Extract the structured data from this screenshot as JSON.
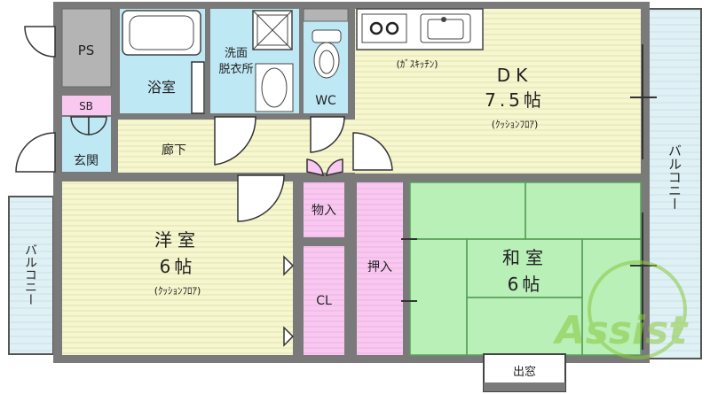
{
  "rooms": {
    "ps": "PS",
    "bath": "浴室",
    "washroom_line1": "洗面",
    "washroom_line2": "脱衣所",
    "wc": "WC",
    "kitchen_note": "(ｶﾞｽｷｯﾁﾝ)",
    "dk_name": "DK",
    "dk_size": "7.5帖",
    "dk_floor": "(ｸｯｼｮﾝﾌﾛｱ)",
    "sb": "SB",
    "entrance": "玄関",
    "hallway": "廊下",
    "storage": "物入",
    "western_name": "洋室",
    "western_size": "6帖",
    "western_floor": "(ｸｯｼｮﾝﾌﾛｱ)",
    "closet": "CL",
    "oshiire": "押入",
    "japanese_name": "和室",
    "japanese_size": "6帖",
    "balcony_right": "バルコニー",
    "balcony_left": "バルコニー",
    "bay_window": "出窓"
  },
  "watermark": {
    "text": "Assist"
  },
  "colors": {
    "wall": "#7a7a7a",
    "wood_floor": "#f6f6cf",
    "water_area": "#bfe8f5",
    "storage": "#f8c8f0",
    "tatami": "#b8f0b8",
    "ps_gray": "#b4b4b4",
    "balcony": "#dff1f5",
    "watermark": "#8cc83c"
  }
}
